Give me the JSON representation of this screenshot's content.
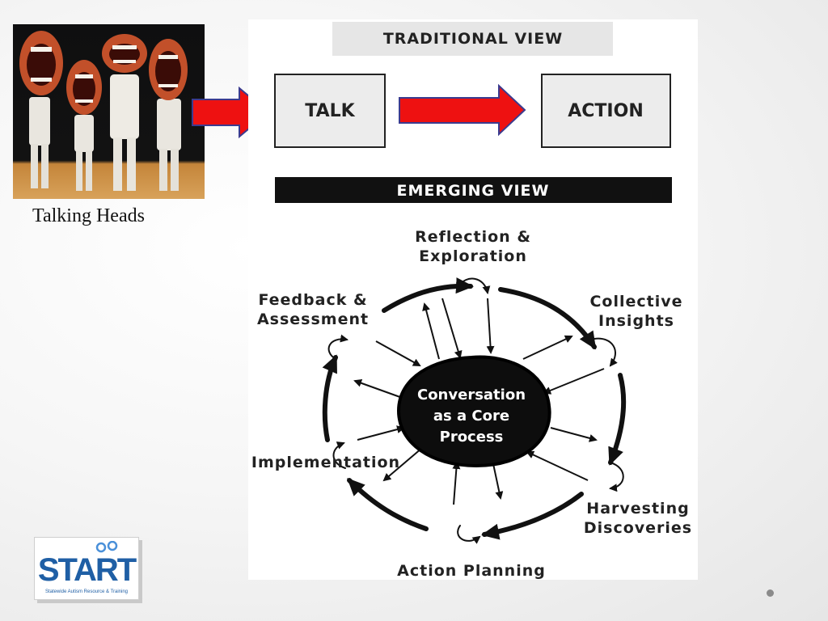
{
  "slide": {
    "caption": "Talking Heads",
    "photo_alt": "talking-heads-illustration"
  },
  "diagram": {
    "traditional_header": "TRADITIONAL VIEW",
    "talk_box": "TALK",
    "action_box": "ACTION",
    "emerging_header": "EMERGING VIEW",
    "core": [
      "Conversation",
      "as a Core",
      "Process"
    ],
    "stages": {
      "reflection": [
        "Reflection &",
        "Exploration"
      ],
      "collective": [
        "Collective",
        "Insights"
      ],
      "harvesting": [
        "Harvesting",
        "Discoveries"
      ],
      "action_planning": "Action Planning",
      "implementation": "Implementation",
      "feedback": [
        "Feedback &",
        "Assessment"
      ]
    }
  },
  "logo": {
    "word": "START",
    "subtitle": "Statewide Autism Resource & Training"
  },
  "colors": {
    "arrow_red": "#ee1111",
    "arrow_border": "#3b3b8f",
    "ink": "#111111",
    "logo_blue": "#1f5fa5"
  }
}
